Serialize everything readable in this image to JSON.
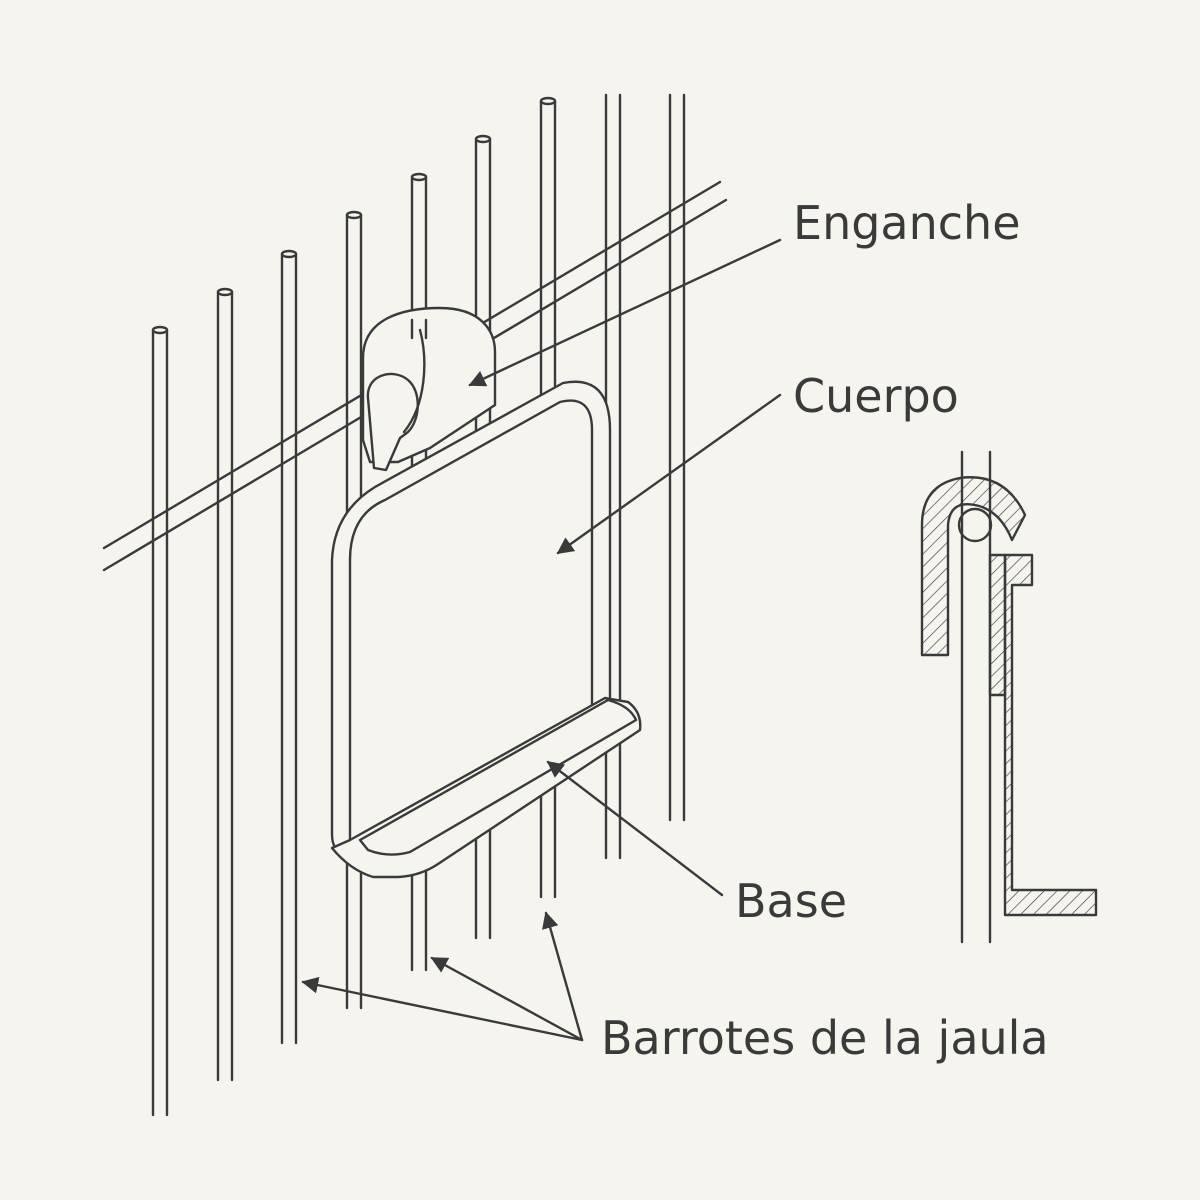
{
  "labels": {
    "enganche": "Enganche",
    "cuerpo": "Cuerpo",
    "base": "Base",
    "barrotes": "Barrotes de la jaula"
  },
  "colors": {
    "background": "#f5f4ef",
    "stroke": "#3a3a3a",
    "fill": "#f5f4ef"
  }
}
